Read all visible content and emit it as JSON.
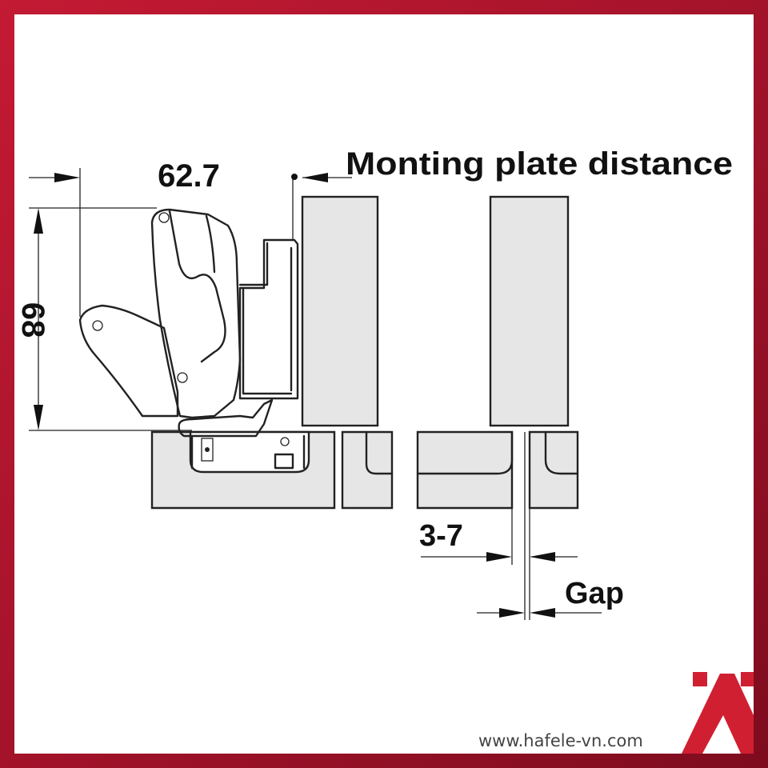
{
  "diagram": {
    "dim_width": "62.7",
    "dim_height": "68",
    "label_mounting": "Monting plate distance",
    "dim_overlay": "3-7",
    "label_gap": "Gap"
  },
  "footer": {
    "website": "www.hafele-vn.com"
  },
  "colors": {
    "frame": "#a8142c",
    "logo": "#d11f32",
    "panel": "#e6e6e6",
    "line": "#222222"
  }
}
